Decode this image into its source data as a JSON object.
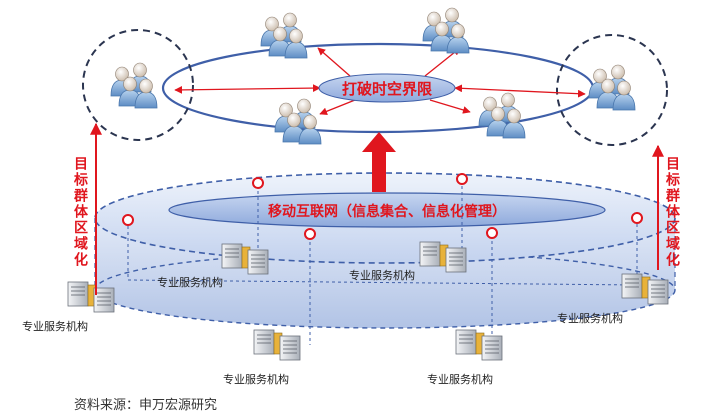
{
  "top_ellipse_label": "打破时空界限",
  "middle_banner_label": "移动互联网（信息集合、信息化管理）",
  "side_label_left": "目标群体区域化",
  "side_label_right": "目标群体区域化",
  "server_labels": [
    "专业服务机构",
    "专业服务机构",
    "专业服务机构",
    "专业服务机构",
    "专业服务机构",
    "专业服务机构"
  ],
  "source_note": "资料来源：申万宏源研究",
  "icons": {
    "user": "user-group-icon",
    "server": "server-icon",
    "node": "ring-node-icon",
    "arrow": "up-arrow-icon"
  },
  "colors": {
    "accent_red": "#e0161e",
    "platform_blue": "#c9d6ee",
    "platform_stroke": "#3f5fa8",
    "user_blue": "#8fb6dd",
    "server_body": "#cfd3d8"
  }
}
